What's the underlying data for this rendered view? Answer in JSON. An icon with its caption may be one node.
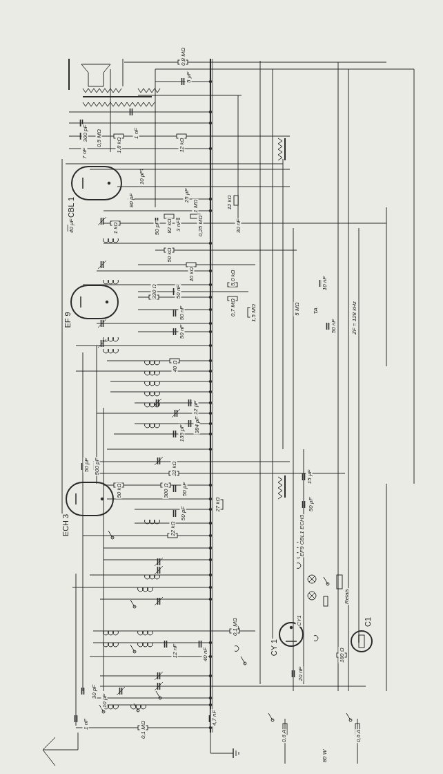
{
  "diagram": {
    "labels": [
      "0,8 MΩ",
      "5 µF",
      "300 pF",
      "0,5 MΩ",
      "1,8 kΩ",
      "1 nF",
      "12 kΩ",
      "7 nF",
      "10 pF",
      "CBL 1",
      "80 pF",
      "25 µF",
      "1 MΩ",
      "12 kΩ",
      "40 µF",
      "1 kΩ",
      "50 pF",
      "82 kΩ",
      "3 nF",
      "0,25 MΩ",
      "30 nF",
      "50 kΩ",
      "10 kΩ",
      "5,0 kΩ",
      "10 nF",
      "330 Ω",
      "50 nF",
      "EF 9",
      "50 nF",
      "0,7 MΩ",
      "1,5 MΩ",
      "5 MΩ",
      "TA",
      "ZF = 128 kHz",
      "50 nF",
      "50 nF",
      "40 Ω",
      "12 pF",
      "384 pF",
      "135 pF",
      "50 pF",
      "500 pF",
      "22 kΩ",
      "15 µF",
      "50 kΩ",
      "300 Ω",
      "50 pF",
      "50 pF",
      "27 kΩ",
      "50 µF",
      "ECH 3",
      "22 kΩ",
      "EF9 CBL1 ECH3",
      "Relais",
      "0,1 MΩ",
      "CY1",
      "C1",
      "12 nF",
      "40 nF",
      "CY 1",
      "180 Ω",
      "20 nF",
      "30 pF",
      "10 pF",
      "4,7 nF",
      "1 nF",
      "0,1 MΩ",
      "0,6 A",
      "0,6 A",
      "80 W"
    ]
  }
}
